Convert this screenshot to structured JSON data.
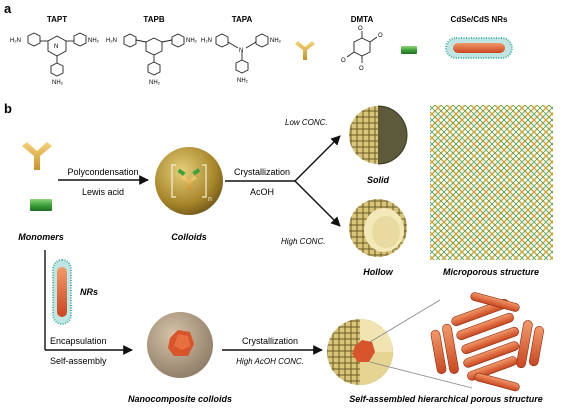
{
  "panels": {
    "a": "a",
    "b": "b"
  },
  "monomers": {
    "tapt": "TAPT",
    "tapb": "TAPB",
    "tapa": "TAPA",
    "dmta": "DMTA",
    "nrs_title": "CdSe/CdS NRs"
  },
  "chem": {
    "nh2": "NH₂",
    "h2n": "H₂N",
    "n": "N",
    "o": "O"
  },
  "flow": {
    "polycondensation": "Polycondensation",
    "lewis_acid": "Lewis acid",
    "crystallization": "Crystallization",
    "acoh": "AcOH",
    "low_conc": "Low CONC.",
    "high_conc": "High CONC.",
    "solid": "Solid",
    "hollow": "Hollow",
    "monomers": "Monomers",
    "colloids": "Colloids",
    "microporous": "Microporous structure",
    "nrs": "NRs",
    "encapsulation": "Encapsulation",
    "self_assembly": "Self-assembly",
    "crystallization2": "Crystallization",
    "high_acoh": "High AcOH CONC.",
    "nanocomposite": "Nanocomposite colloids",
    "self_assembled": "Self-assembled hierarchical porous structure",
    "subscript_n": "n"
  },
  "colors": {
    "yellow": "#e8b84a",
    "green": "#3fa33a",
    "sphere": "#b89a3c",
    "orange": "#e0502a",
    "teal": "#4ab0a8"
  }
}
